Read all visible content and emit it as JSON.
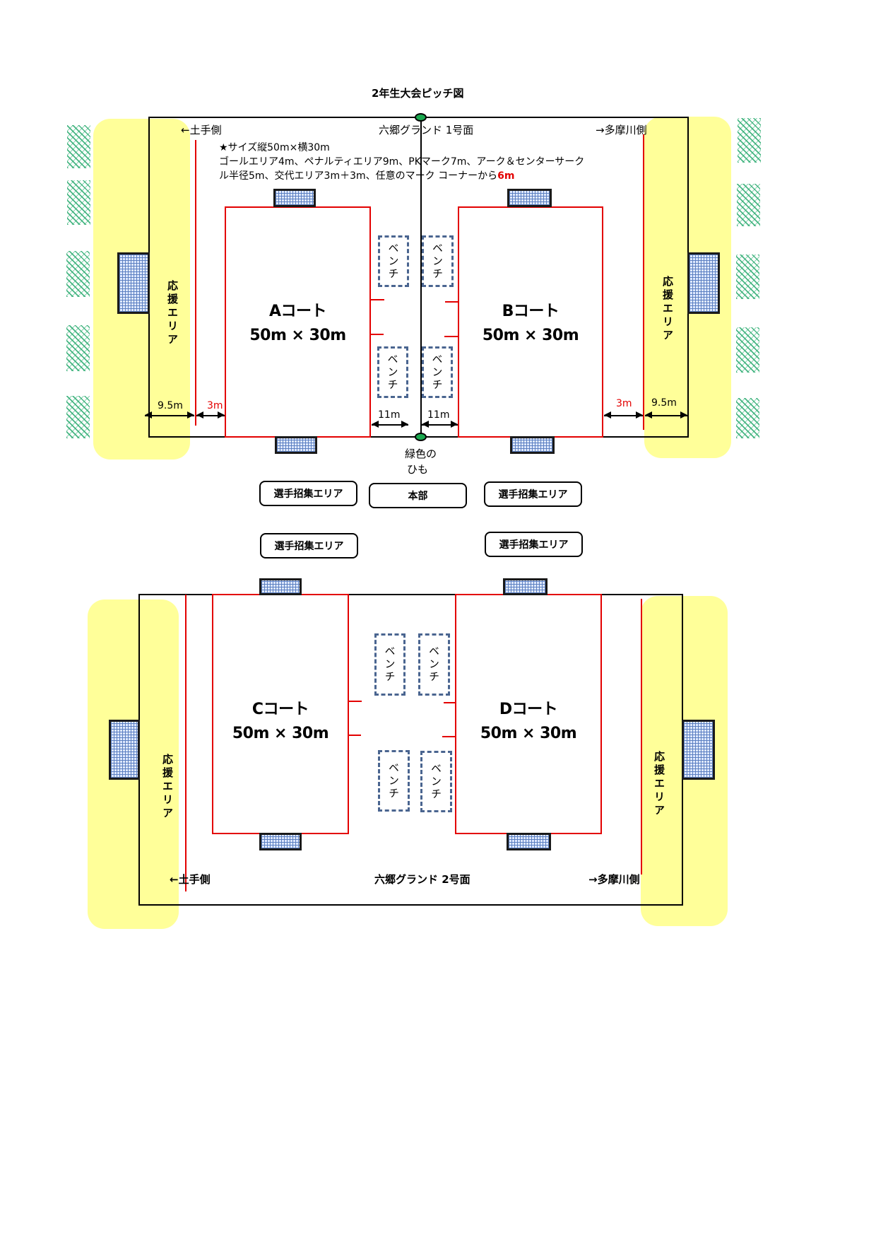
{
  "title": "2年生大会ピッチ図",
  "colors": {
    "court_line": "#e30000",
    "support_area": "#ffff99",
    "cord": "#1aa84f",
    "bench_border": "#4a6590",
    "trees": "#28aa6e"
  },
  "field1": {
    "name": "六郷グランド 1号面",
    "left_side": "←土手側",
    "right_side": "→多摩川側",
    "notes": {
      "line1": "★サイズ縦50m×横30m",
      "line2": "ゴールエリア4m、ペナルティエリア9m、PKマーク7m、アーク＆センターサーク",
      "line3_prefix": "ル半径5m、交代エリア3m＋3m、任意のマーク コーナーから",
      "line3_highlight": "6m"
    },
    "courts": [
      {
        "name": "Aコート",
        "size": "50m × 30m"
      },
      {
        "name": "Bコート",
        "size": "50m × 30m"
      }
    ],
    "support_area_label": "応援エリア",
    "bench_label": "ベンチ",
    "dimensions": {
      "left_outer": "9.5m",
      "left_inner": "3m",
      "center_left": "11m",
      "center_right": "11m",
      "right_inner": "3m",
      "right_outer": "9.5m"
    },
    "cord_label_line1": "緑色の",
    "cord_label_line2": "ひも"
  },
  "middle": {
    "row1": [
      "選手招集エリア",
      "本部",
      "選手招集エリア"
    ],
    "row2": [
      "選手招集エリア",
      "選手招集エリア"
    ]
  },
  "field2": {
    "name": "六郷グランド 2号面",
    "left_side": "←土手側",
    "right_side": "→多摩川側",
    "courts": [
      {
        "name": "Cコート",
        "size": "50m × 30m"
      },
      {
        "name": "Dコート",
        "size": "50m × 30m"
      }
    ],
    "support_area_label": "応援エリア",
    "bench_label": "ベンチ"
  }
}
